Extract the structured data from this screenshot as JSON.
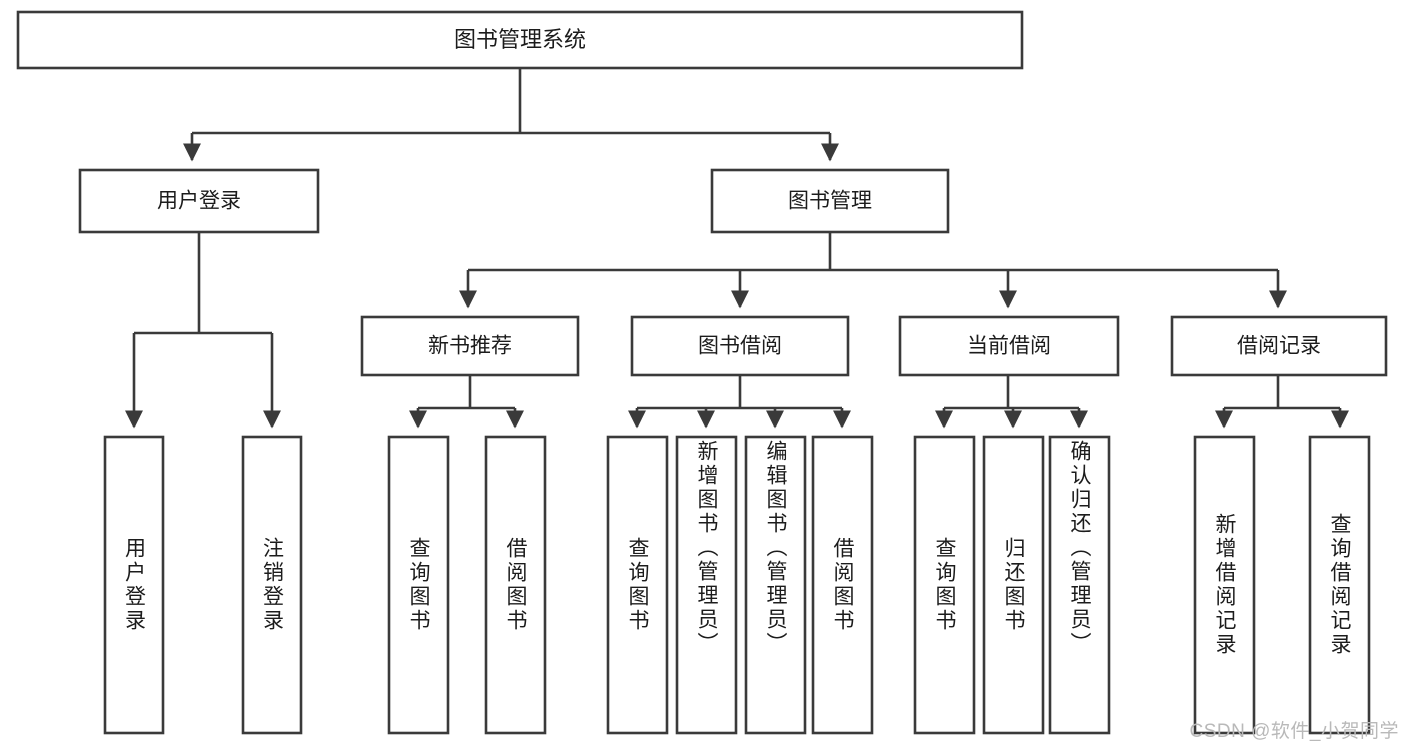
{
  "diagram": {
    "type": "tree",
    "title": "图书管理系统",
    "orientation": "top-down",
    "root": {
      "id": "root",
      "label": "图书管理系统"
    },
    "level2": [
      {
        "id": "user-login",
        "label": "用户登录"
      },
      {
        "id": "book-manage",
        "label": "图书管理"
      }
    ],
    "level3": [
      {
        "id": "new-book-recommend",
        "label": "新书推荐",
        "parent": "book-manage"
      },
      {
        "id": "book-borrow",
        "label": "图书借阅",
        "parent": "book-manage"
      },
      {
        "id": "current-borrow",
        "label": "当前借阅",
        "parent": "book-manage"
      },
      {
        "id": "borrow-record",
        "label": "借阅记录",
        "parent": "book-manage"
      }
    ],
    "leaves": [
      {
        "id": "leaf-user-login",
        "label": "用户登录",
        "parent": "user-login"
      },
      {
        "id": "leaf-logout-login",
        "label": "注销登录",
        "parent": "user-login"
      },
      {
        "id": "leaf-query-book-1",
        "label": "查询图书",
        "parent": "new-book-recommend"
      },
      {
        "id": "leaf-borrow-book-1",
        "label": "借阅图书",
        "parent": "new-book-recommend"
      },
      {
        "id": "leaf-query-book-2",
        "label": "查询图书",
        "parent": "book-borrow"
      },
      {
        "id": "leaf-add-book",
        "label": "新增图书（管理员）",
        "parent": "book-borrow"
      },
      {
        "id": "leaf-edit-book",
        "label": "编辑图书（管理员）",
        "parent": "book-borrow"
      },
      {
        "id": "leaf-borrow-book-2",
        "label": "借阅图书",
        "parent": "book-borrow"
      },
      {
        "id": "leaf-query-book-3",
        "label": "查询图书",
        "parent": "current-borrow"
      },
      {
        "id": "leaf-return-book",
        "label": "归还图书",
        "parent": "current-borrow"
      },
      {
        "id": "leaf-confirm-return",
        "label": "确认归还（管理员）",
        "parent": "current-borrow"
      },
      {
        "id": "leaf-add-record",
        "label": "新增借阅记录",
        "parent": "borrow-record"
      },
      {
        "id": "leaf-query-record",
        "label": "查询借阅记录",
        "parent": "borrow-record"
      }
    ],
    "colors": {
      "box_stroke": "#3a3a3a",
      "box_fill": "#ffffff",
      "text": "#1c1c1c",
      "watermark": "#b9b9b9",
      "background": "#ffffff"
    }
  },
  "watermark": {
    "text": "CSDN @软件_小贺同学"
  }
}
